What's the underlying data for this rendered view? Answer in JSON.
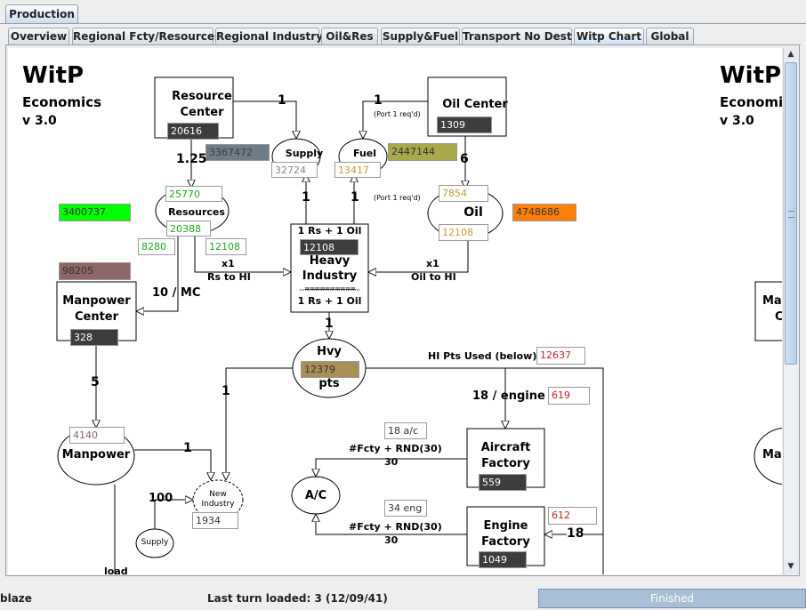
{
  "outer_tab": "Production",
  "tabs": [
    "Overview",
    "Regional Fcty/Resources",
    "Regional Industry",
    "Oil&Res",
    "Supply&Fuel",
    "Transport No Dest",
    "Witp Chart",
    "Global"
  ],
  "selected_tab": "Witp Chart",
  "status": {
    "left_text": "blaze",
    "center_text": "Last turn loaded: 3 (12/09/41)",
    "progress_text": "Finished",
    "progress_value": 1.0
  },
  "chart": {
    "title": "WitP",
    "subtitle": "Economics",
    "version": "v 3.0",
    "title2": "WitP",
    "subtitle2": "Economi",
    "version2": "v 3.0",
    "resource_center": {
      "label1": "Resource",
      "label2": "Center",
      "value": "20616"
    },
    "oil_center": {
      "label": "Oil Center",
      "value": "1309"
    },
    "supply": {
      "label": "Supply",
      "value": "32724",
      "total": "3367472"
    },
    "fuel": {
      "label": "Fuel",
      "value": "13417",
      "total": "2447144"
    },
    "resources": {
      "label": "Resources",
      "top": "25770",
      "mid": "20388",
      "left": "8280",
      "right": "12108",
      "total": "3400737"
    },
    "oil": {
      "label": "Oil",
      "top": "7854",
      "bottom": "12108",
      "total": "4748686"
    },
    "heavy_industry": {
      "l1": "1 Rs + 1 Oil",
      "value": "12108",
      "l2": "Heavy",
      "l3": "Industry",
      "sep": "==========",
      "l4": "1 Rs + 1 Oil"
    },
    "manpower_center": {
      "l1": "Manpower",
      "l2": "Center",
      "value": "328",
      "total": "98205"
    },
    "manpower_right": {
      "l1": "Man",
      "l2": "C",
      "l3": "Man"
    },
    "hvy_pts": {
      "l1": "Hvy",
      "value": "12379",
      "l2": "pts"
    },
    "manpower": {
      "label": "Manpower",
      "value": "4140"
    },
    "new_industry": {
      "l1": "New",
      "l2": "Industry",
      "value": "1934"
    },
    "supply_small": "Supply",
    "aircraft_factory": {
      "l1": "Aircraft",
      "l2": "Factory",
      "value": "559",
      "ac": "18 a/c"
    },
    "engine_factory": {
      "l1": "Engine",
      "l2": "Factory",
      "value": "1049",
      "eng": "34 eng"
    },
    "ac_label": "A/C",
    "hi_pts_label": "HI Pts Used (below)",
    "hi_pts_value": "12637",
    "per_engine_label": "18 / engine",
    "per_engine_value": "619",
    "engine_right_value": "612",
    "labels": {
      "one_a": "1",
      "one_b": "1",
      "one_c": "1",
      "one_d": "1",
      "one_e": "1",
      "one_f": "1",
      "one_g": "1",
      "ratio": "1.25",
      "six": "6",
      "port1": "(Port 1 req'd)",
      "port2": "(Port 1 req'd)",
      "x1a": "x1",
      "rs_to_hi": "Rs to HI",
      "x1b": "x1",
      "oil_to_hi": "Oil to HI",
      "ten_mc": "10 / MC",
      "five": "5",
      "hundred": "100",
      "eighteen": "18",
      "fcty_rnd1": "#Fcty + RND(30)",
      "thirty1": "30",
      "fcty_rnd2": "#Fcty + RND(30)",
      "thirty2": "30",
      "load": "load"
    }
  },
  "colors": {
    "green": "#00ff00",
    "orange": "#ff7f0a",
    "grey_blue": "#6d7c86",
    "olive": "#aaa94a",
    "mauve": "#8f6565",
    "tan": "#a98e55"
  }
}
